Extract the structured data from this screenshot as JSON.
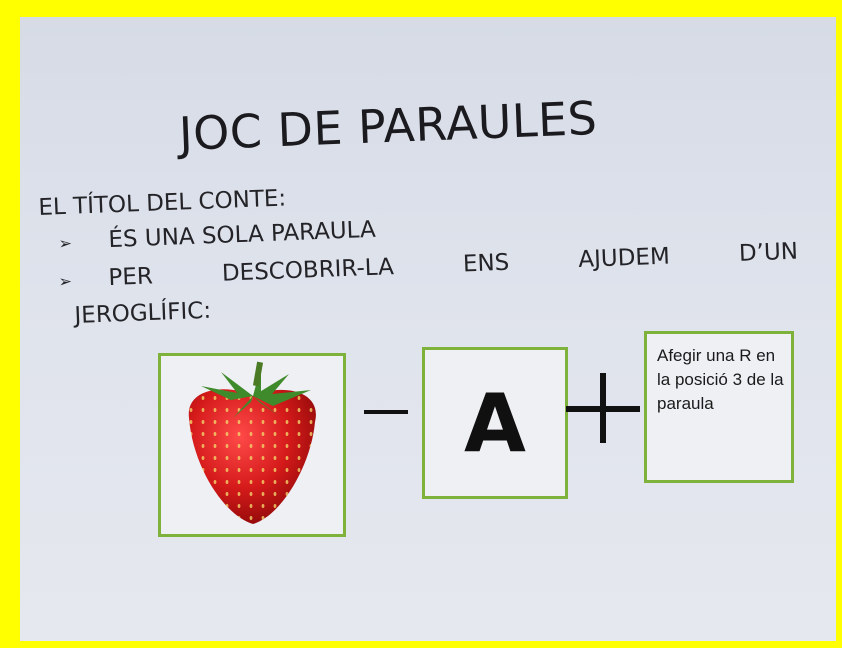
{
  "slide": {
    "title": "JOC DE PARAULES",
    "heading": "EL TÍTOL DEL CONTE:",
    "bullets": [
      {
        "arrow": "➢",
        "text": "ÉS UNA SOLA PARAULA"
      },
      {
        "arrow": "➢",
        "words": [
          "PER",
          "DESCOBRIR-LA",
          "ENS",
          "AJUDEM",
          "D’UN"
        ]
      }
    ],
    "continuation": "JEROGLÍFIC:",
    "puzzle": {
      "image_icon": "strawberry-icon",
      "letter": "A",
      "clue": "Afegir una R en la posició 3 de la paraula"
    }
  },
  "colors": {
    "frame": "#ffff00",
    "box_border": "#7fb23a",
    "text": "#232328"
  }
}
